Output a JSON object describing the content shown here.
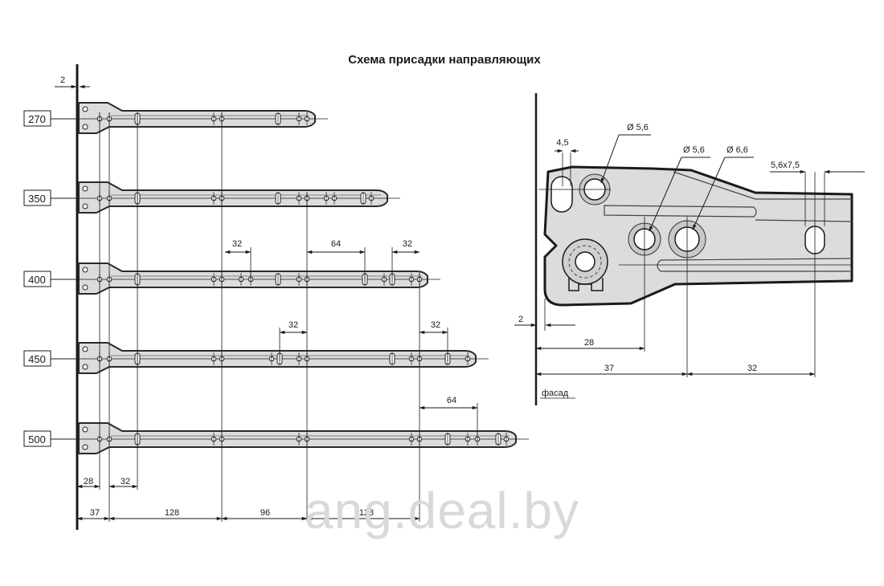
{
  "title": "Схема присадки направляющих",
  "left_view": {
    "wall_offset": "2",
    "rails": [
      {
        "length": "270"
      },
      {
        "length": "350"
      },
      {
        "length": "400"
      },
      {
        "length": "450"
      },
      {
        "length": "500"
      }
    ],
    "row3_dims": [
      "32",
      "64",
      "32"
    ],
    "row4_dims": [
      "32",
      "32"
    ],
    "row5_dims": [
      "64"
    ],
    "bottom_dims_1": [
      "28",
      "32"
    ],
    "bottom_dims_2": [
      "37",
      "128",
      "96",
      "128"
    ]
  },
  "detail_view": {
    "dim_slot_width": "4,5",
    "dim_hole_a": "Ø 5,6",
    "dim_hole_b": "Ø 5,6",
    "dim_hole_c": "Ø 6,6",
    "dim_slot": "5,6x7,5",
    "dim_offset": "2",
    "dim_28": "28",
    "dim_37": "37",
    "dim_32": "32",
    "front_label": "фасад"
  },
  "watermark": "ang.deal.by",
  "colors": {
    "line": "#1a1a1a",
    "rail_fill": "#dcdcdc",
    "rail_stroke": "#2a2a2a",
    "watermark": "#d9d9d9"
  }
}
